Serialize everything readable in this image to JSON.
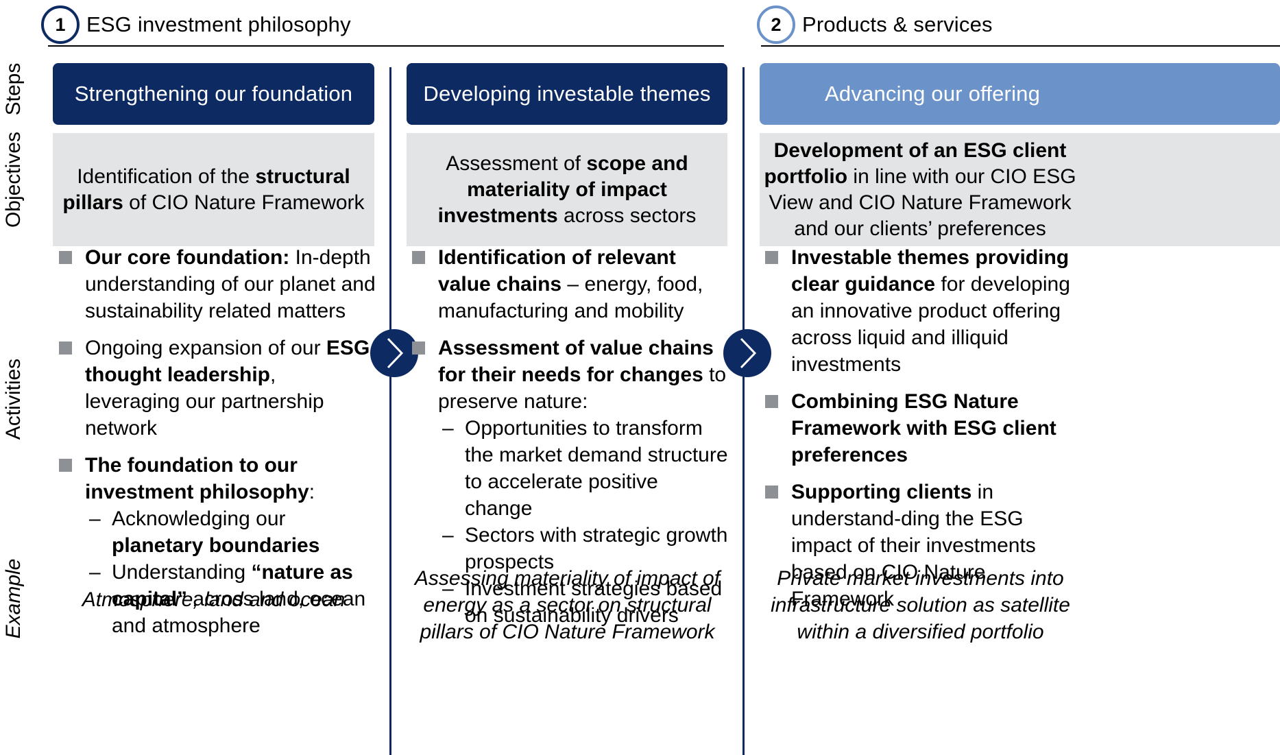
{
  "sections": [
    {
      "number": "1",
      "title": "ESG investment philosophy"
    },
    {
      "number": "2",
      "title": "Products & services"
    }
  ],
  "row_labels": {
    "steps": "Steps",
    "objectives": "Objectives",
    "activities": "Activities",
    "example": "Example"
  },
  "columns": [
    {
      "step": "Strengthening our foundation",
      "objective": {
        "p1": "Identification of the ",
        "b1": "structural pillars",
        "p2": " of CIO Nature Framework"
      },
      "activities": {
        "a1_bold": "Our core foundation:",
        "a1_text": " In-depth understanding of our planet and sustainability related matters",
        "a2_text1": "Ongoing expansion of our ",
        "a2_bold": "ESG thought leadership",
        "a2_text2": ", leveraging our partnership network",
        "a3_bold": "The foundation to our investment philosophy",
        "a3_text": ":",
        "s1_text": "Acknowledging our ",
        "s1_bold": "planetary boundaries",
        "s2_text1": "Understanding ",
        "s2_bold": "“nature as capital”",
        "s2_text2": " across land, ocean and atmosphere"
      },
      "example": "Atmosphere, land and ocean"
    },
    {
      "step": "Developing investable themes",
      "objective": {
        "p1": "Assessment of ",
        "b1": "scope and materiality of impact investments",
        "p2": " across sectors"
      },
      "activities": {
        "a1_bold": "Identification of relevant value chains",
        "a1_text": " – energy, food, manufacturing and mobility",
        "a2_bold": "Assessment of value chains for their needs for changes",
        "a2_text": " to preserve nature:",
        "s1": "Opportunities to transform the market demand structure to accelerate positive change",
        "s2": "Sectors with strategic growth prospects",
        "s3": "Investment strategies based on sustainability drivers"
      },
      "example": "Assessing materiality of impact of energy as a sector on structural pillars of CIO Nature Framework"
    },
    {
      "step": "Advancing our offering",
      "objective": {
        "b1": "Development of an ESG client portfolio",
        "p1": " in line with our CIO ESG View and CIO Nature Framework and our clients’ preferences"
      },
      "activities": {
        "a1_bold": "Investable themes providing clear guidance",
        "a1_text": " for developing an innovative product offering across liquid and illiquid investments",
        "a2_bold": "Combining ESG Nature Framework with ESG client preferences",
        "a3_bold": "Supporting clients",
        "a3_text": " in understand-ding the ESG impact of their investments based on CIO Nature Framework"
      },
      "example": "Private market investments into infrastructure solution as satellite within a diversified portfolio"
    }
  ],
  "colors": {
    "navy": "#0d2a63",
    "light_blue": "#6b92c9",
    "objective_bg": "#e2e4e6",
    "bullet_gray": "#8d9195"
  },
  "icons": [
    "chevron-right-icon",
    "chevron-right-icon"
  ]
}
